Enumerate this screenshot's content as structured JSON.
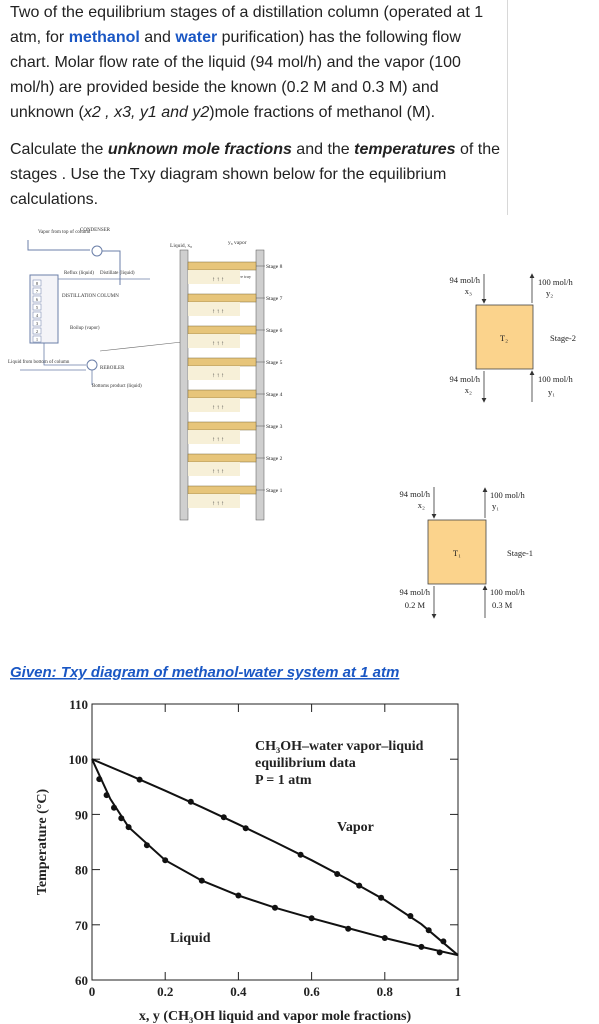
{
  "problem": {
    "p1": {
      "a": "Two of the equilibrium stages of  a distillation column (operated at 1 atm, for ",
      "methanol": "methanol",
      "b": " and ",
      "water": "water",
      "c": " purification) has the following flow chart. Molar flow rate of the liquid (94 mol/h) and the vapor (100 mol/h) are provided beside the known (0.2 M and 0.3 M) and unknown (",
      "vars": "x2 , x3, y1 and y2",
      "d": ")mole fractions of methanol (M)."
    },
    "p2": {
      "a": "Calculate the ",
      "emph1": "unknown mole fractions",
      "b": " and the ",
      "emph2": "temperatures",
      "c": " of the stages . Use the Txy diagram shown below for the equilibrium calculations."
    }
  },
  "column": {
    "top": {
      "vapor": "Vapor from top of column",
      "condenser": "CONDENSER",
      "reflux": "Reflux (liquid)",
      "distillate": "Distillate (liquid)"
    },
    "label": "DISTILLATION COLUMN",
    "boilup": "Boilup (vapor)",
    "reboiler": "REBOILER",
    "liquid_bottom": "Liquid from bottom of column",
    "bottoms": "Bottoms product (liquid)",
    "trays": [
      "8",
      "7",
      "6",
      "5",
      "4",
      "3",
      "2",
      "1"
    ]
  },
  "stages": {
    "liquid_in": "Liquid, x₈",
    "vapor_out": "y₈ vapor",
    "sieve": "Sieve tray",
    "labels": [
      "Stage 8",
      "Stage 7",
      "Stage 6",
      "Stage 5",
      "Stage 4",
      "Stage 3",
      "Stage 2",
      "Stage 1"
    ]
  },
  "stage2": {
    "liq_in": "94 mol/h",
    "liq_in_x": "x₃",
    "vap_out": "100 mol/h",
    "vap_out_y": "y₂",
    "temp": "T₂",
    "name": "Stage-2",
    "liq_out": "94 mol/h",
    "liq_out_x": "x₂",
    "vap_in": "100 mol/h",
    "vap_in_y": "y₁"
  },
  "stage1": {
    "liq_in": "94 mol/h",
    "liq_in_x": "x₂",
    "vap_out": "100 mol/h",
    "vap_out_y": "y₁",
    "temp": "T₁",
    "name": "Stage-1",
    "liq_out": "94 mol/h",
    "liq_out_x": "0.2 M",
    "vap_in": "100 mol/h",
    "vap_in_y": "0.3 M"
  },
  "given": "Given: Txy diagram of methanol-water system at 1 atm",
  "chart_data": {
    "type": "line",
    "annotation": [
      "CH₃OH–water vapor–liquid",
      "equilibrium data",
      "P = 1 atm"
    ],
    "ylabel": "Temperature (°C)",
    "xlabel": "x, y (CH₃OH liquid and vapor mole fractions)",
    "xlim": [
      0,
      1
    ],
    "ylim": [
      60,
      110
    ],
    "xticks": [
      "0",
      "0.2",
      "0.4",
      "0.6",
      "0.8",
      "1"
    ],
    "yticks": [
      "60",
      "70",
      "80",
      "90",
      "100",
      "110"
    ],
    "series": [
      {
        "name": "Vapor",
        "x": [
          0,
          0.1,
          0.2,
          0.3,
          0.4,
          0.5,
          0.6,
          0.7,
          0.8,
          0.9,
          1.0
        ],
        "y": [
          100,
          97.2,
          94.3,
          91.3,
          88.2,
          85.0,
          81.7,
          78.2,
          74.5,
          70.1,
          64.5
        ]
      },
      {
        "name": "Liquid",
        "x": [
          0,
          0.05,
          0.1,
          0.2,
          0.3,
          0.4,
          0.5,
          0.6,
          0.7,
          0.8,
          0.9,
          1.0
        ],
        "y": [
          100,
          92.8,
          87.7,
          81.7,
          78.0,
          75.3,
          73.1,
          71.2,
          69.4,
          67.6,
          66.0,
          64.5
        ]
      }
    ],
    "points": [
      {
        "x": 0.02,
        "y": 96.4
      },
      {
        "x": 0.04,
        "y": 93.5
      },
      {
        "x": 0.06,
        "y": 91.2
      },
      {
        "x": 0.08,
        "y": 89.3
      },
      {
        "x": 0.1,
        "y": 87.7
      },
      {
        "x": 0.15,
        "y": 84.4
      },
      {
        "x": 0.2,
        "y": 81.7
      },
      {
        "x": 0.3,
        "y": 78.0
      },
      {
        "x": 0.4,
        "y": 75.3
      },
      {
        "x": 0.5,
        "y": 73.1
      },
      {
        "x": 0.6,
        "y": 71.2
      },
      {
        "x": 0.7,
        "y": 69.3
      },
      {
        "x": 0.8,
        "y": 67.6
      },
      {
        "x": 0.9,
        "y": 66.0
      },
      {
        "x": 0.95,
        "y": 65.0
      },
      {
        "x": 0.13,
        "y": 96.3
      },
      {
        "x": 0.27,
        "y": 92.3
      },
      {
        "x": 0.36,
        "y": 89.5
      },
      {
        "x": 0.42,
        "y": 87.5
      },
      {
        "x": 0.57,
        "y": 82.7
      },
      {
        "x": 0.67,
        "y": 79.2
      },
      {
        "x": 0.73,
        "y": 77.1
      },
      {
        "x": 0.79,
        "y": 74.9
      },
      {
        "x": 0.87,
        "y": 71.6
      },
      {
        "x": 0.92,
        "y": 69.0
      },
      {
        "x": 0.96,
        "y": 67.0
      }
    ]
  }
}
